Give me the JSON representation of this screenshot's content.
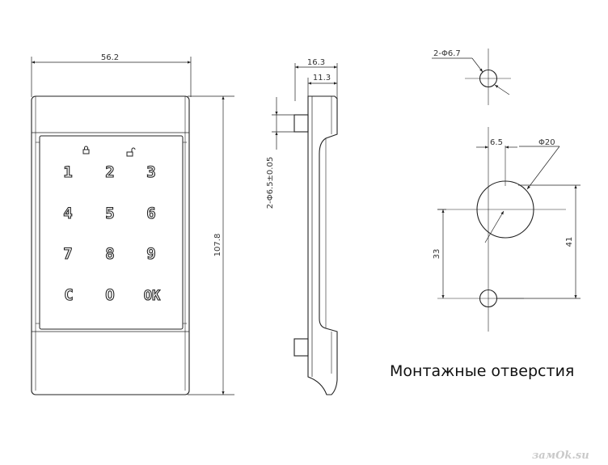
{
  "front_view": {
    "width_label": "56.2",
    "height_label": "107.8",
    "indicator_icons": [
      "locked-icon",
      "unlocked-icon"
    ],
    "keys": [
      "1",
      "2",
      "3",
      "4",
      "5",
      "6",
      "7",
      "8",
      "9",
      "C",
      "O",
      "OK"
    ]
  },
  "side_view": {
    "depth_label": "16.3",
    "body_depth_label": "11.3",
    "pin_label": "2-Φ6.5±0.05"
  },
  "mounting_template": {
    "small_hole_label": "2-Φ6.7",
    "offset_label": "6.5",
    "large_hole_label": "Φ20",
    "vertical_dim_1": "33",
    "vertical_dim_2": "41"
  },
  "caption": "Монтажные отверстия",
  "watermark": "замOk.su"
}
